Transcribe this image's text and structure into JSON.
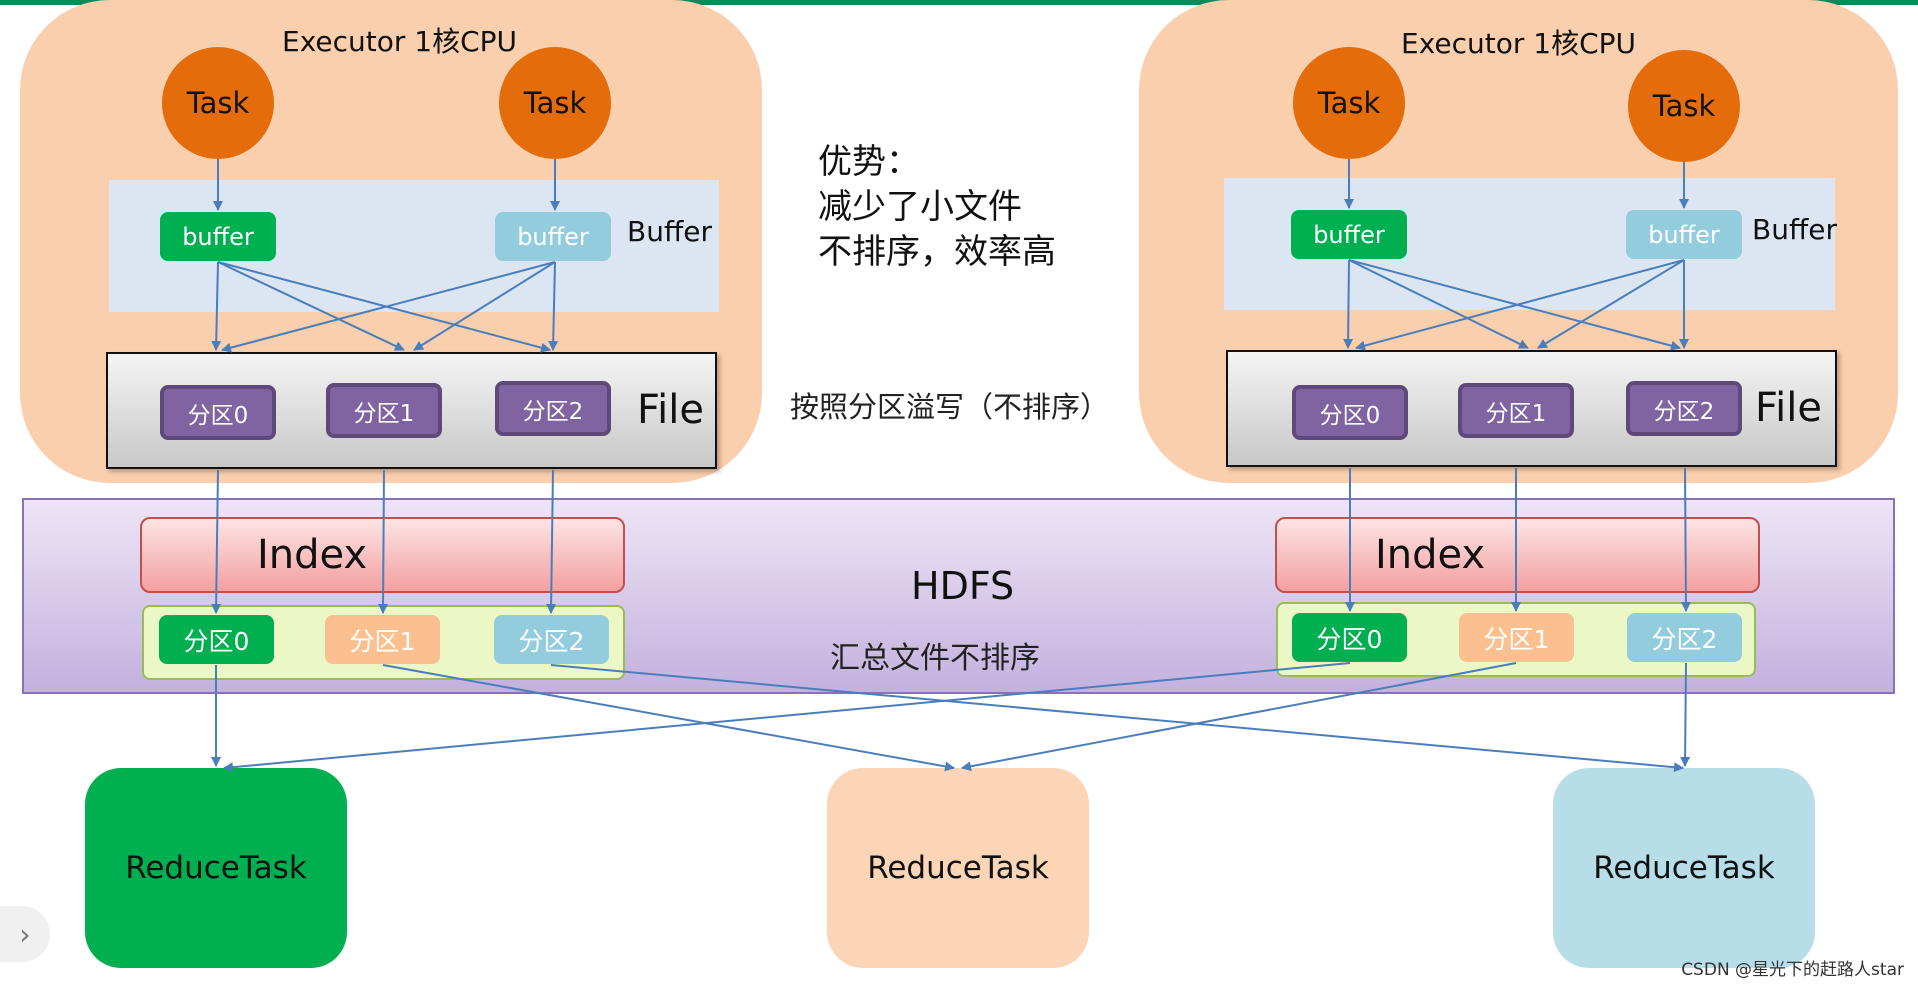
{
  "executors": [
    {
      "title": "Executor 1核CPU",
      "tasks": [
        "Task",
        "Task"
      ],
      "buffers": [
        "buffer",
        "buffer"
      ],
      "buffer_label": "Buffer",
      "file_label": "File",
      "partitions": [
        "分区0",
        "分区1",
        "分区2"
      ]
    },
    {
      "title": "Executor 1核CPU",
      "tasks": [
        "Task",
        "Task"
      ],
      "buffers": [
        "buffer",
        "buffer"
      ],
      "buffer_label": "Buffer",
      "file_label": "File",
      "partitions": [
        "分区0",
        "分区1",
        "分区2"
      ]
    }
  ],
  "advantages": {
    "heading": "优势：",
    "line1": "减少了小文件",
    "line2": "不排序，效率高"
  },
  "spill_text": "按照分区溢写（不排序）",
  "hdfs": {
    "label": "HDFS",
    "sub_label": "汇总文件不排序",
    "index_label": "Index",
    "aggregated": [
      {
        "partitions": [
          "分区0",
          "分区1",
          "分区2"
        ]
      },
      {
        "partitions": [
          "分区0",
          "分区1",
          "分区2"
        ]
      }
    ]
  },
  "reduce_tasks": [
    "ReduceTask",
    "ReduceTask",
    "ReduceTask"
  ],
  "watermark": "CSDN @星光下的赶路人star",
  "colors": {
    "executor_bg": "#f9cfae",
    "task": "#e46c0a",
    "buffer_green": "#00b050",
    "buffer_light": "#93cddd",
    "partition": "#8064a2",
    "hdfs": "#c3b1de",
    "index": "#f4a0a0",
    "arrow": "#4a7ebb",
    "reduce_green": "#00b050",
    "reduce_peach": "#fbd5b5",
    "reduce_blue": "#b7dde8"
  }
}
